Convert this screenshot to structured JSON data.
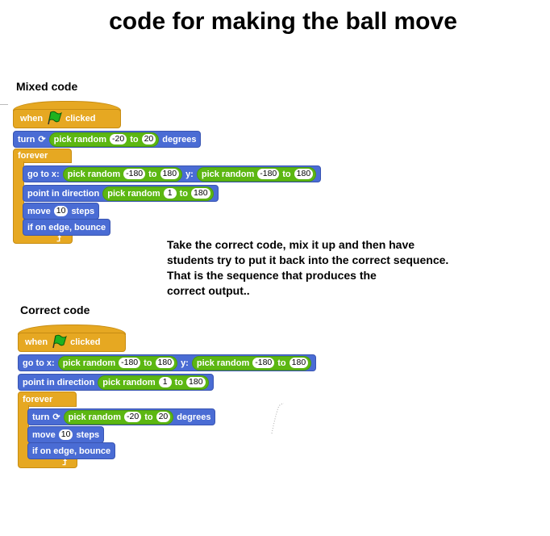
{
  "title": "code for making the ball move",
  "mixed": {
    "label": "Mixed code",
    "hat": {
      "when": "when",
      "clicked": "clicked"
    },
    "turn": {
      "label": "turn",
      "op": "pick random",
      "from": "-20",
      "to_label": "to",
      "to": "20",
      "suffix": "degrees"
    },
    "forever": "forever",
    "goto": {
      "label": "go to x:",
      "op": "pick random",
      "x_from": "-180",
      "to_label": "to",
      "x_to": "180",
      "y_label": "y:",
      "y_from": "-180",
      "y_to": "180"
    },
    "point": {
      "label": "point in direction",
      "op": "pick random",
      "from": "1",
      "to_label": "to",
      "to": "180"
    },
    "move": {
      "label": "move",
      "value": "10",
      "suffix": "steps"
    },
    "bounce": "if on edge, bounce"
  },
  "note": [
    "Take the correct code, mix it up and then have",
    "students try to put it back into the correct sequence.",
    "That is the sequence that produces the",
    "correct output.."
  ],
  "correct": {
    "label": "Correct code",
    "hat": {
      "when": "when",
      "clicked": "clicked"
    },
    "goto": {
      "label": "go to x:",
      "op": "pick random",
      "x_from": "-180",
      "to_label": "to",
      "x_to": "180",
      "y_label": "y:",
      "y_from": "-180",
      "y_to": "180"
    },
    "point": {
      "label": "point in direction",
      "op": "pick random",
      "from": "1",
      "to_label": "to",
      "to": "180"
    },
    "forever": "forever",
    "turn": {
      "label": "turn",
      "op": "pick random",
      "from": "-20",
      "to_label": "to",
      "to": "20",
      "suffix": "degrees"
    },
    "move": {
      "label": "move",
      "value": "10",
      "suffix": "steps"
    },
    "bounce": "if on edge, bounce"
  },
  "colors": {
    "motion": "#4a6cd4",
    "operators": "#5cb712",
    "control": "#e6a822"
  }
}
